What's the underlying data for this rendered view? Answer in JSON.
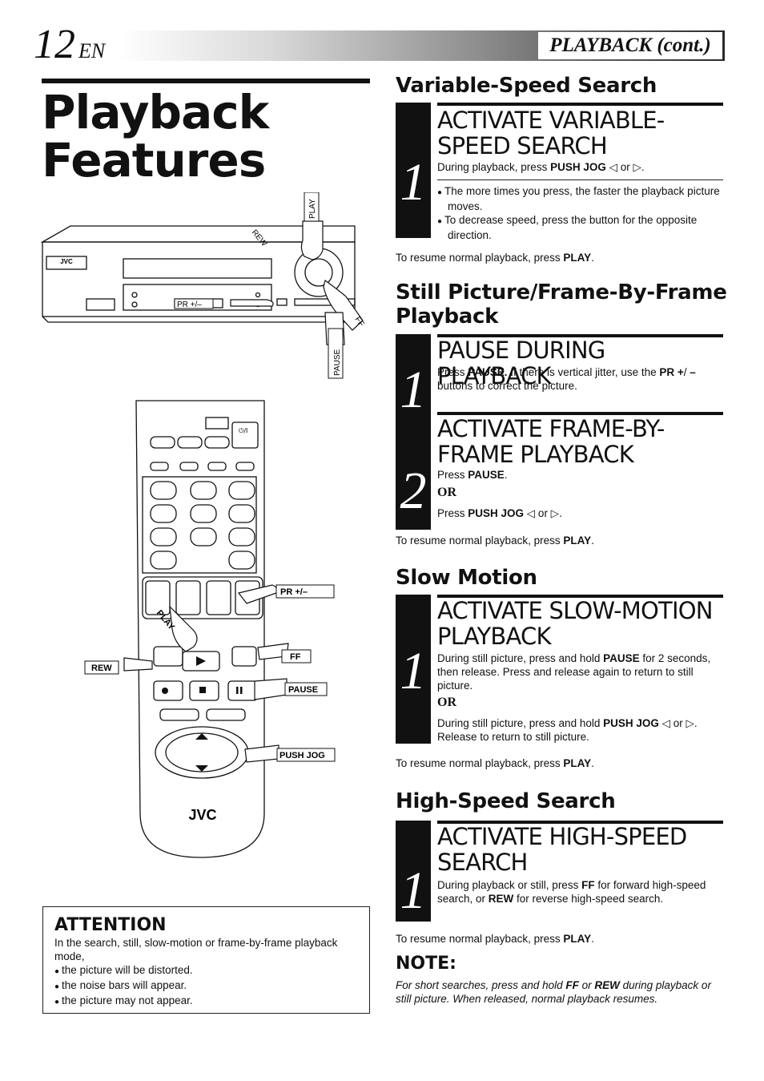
{
  "header": {
    "page_number": "12",
    "lang": "EN",
    "section": "PLAYBACK (cont.)"
  },
  "title": {
    "line1": "Playback",
    "line2": "Features"
  },
  "vcr_labels": {
    "brand": "JVC",
    "play": "PLAY",
    "rew": "REW",
    "ff": "FF",
    "pause": "PAUSE",
    "pr": "PR +/–"
  },
  "remote_labels": {
    "brand": "JVC",
    "pr": "PR +/–",
    "play": "PLAY",
    "ff": "FF",
    "rew": "REW",
    "pause": "PAUSE",
    "push_jog": "PUSH JOG",
    "power": "⏻/I"
  },
  "attention": {
    "heading": "ATTENTION",
    "intro": "In the search, still, slow-motion or frame-by-frame playback mode,",
    "items": [
      "the picture will be distorted.",
      "the noise bars will appear.",
      "the picture may not appear."
    ]
  },
  "variable": {
    "title": "Variable-Speed Search",
    "step_num": "1",
    "heading": "ACTIVATE VARIABLE-SPEED SEARCH",
    "text_a": "During playback, press ",
    "text_b": "PUSH JOG",
    "text_c": " ◁ or ▷.",
    "bullets": [
      "The more times you press, the faster the playback picture moves.",
      "To decrease speed, press the button for the opposite direction."
    ],
    "resume_a": "To resume normal playback, press ",
    "resume_b": "PLAY",
    "resume_c": "."
  },
  "still": {
    "title": "Still Picture/Frame-By-Frame Playback",
    "step1_num": "1",
    "step1_heading": "PAUSE DURING PLAYBACK",
    "step1_a": "Press ",
    "step1_b": "PAUSE.",
    "step1_c": " If there is vertical jitter, use the ",
    "step1_d": "PR +",
    "step1_e": "/ ",
    "step1_f": "–",
    "step1_g": " buttons to correct the picture.",
    "step2_num": "2",
    "step2_heading": "ACTIVATE FRAME-BY-FRAME PLAYBACK",
    "step2_a": "Press ",
    "step2_b": "PAUSE",
    "step2_c": ".",
    "or": "OR",
    "step2_d": "Press ",
    "step2_e": "PUSH JOG",
    "step2_f": " ◁ or ▷.",
    "resume_a": "To resume normal playback, press ",
    "resume_b": "PLAY",
    "resume_c": "."
  },
  "slow": {
    "title": "Slow Motion",
    "step_num": "1",
    "heading": "ACTIVATE SLOW-MOTION PLAYBACK",
    "text_a": "During still picture, press and hold ",
    "text_b": "PAUSE",
    "text_c": "  for 2 seconds, then release. Press and release again to return to still picture.",
    "or": "OR",
    "text_d": "During still picture, press and hold ",
    "text_e": "PUSH JOG",
    "text_f": "  ◁ or ▷. Release to return to still picture.",
    "resume_a": "To resume normal playback, press ",
    "resume_b": "PLAY",
    "resume_c": "."
  },
  "high": {
    "title": "High-Speed Search",
    "step_num": "1",
    "heading": "ACTIVATE HIGH-SPEED SEARCH",
    "text_a": "During playback or still, press ",
    "text_b": "FF",
    "text_c": " for forward high-speed search, or ",
    "text_d": "REW",
    "text_e": " for reverse high-speed search.",
    "resume_a": "To resume normal playback, press ",
    "resume_b": "PLAY",
    "resume_c": "."
  },
  "note": {
    "heading": "NOTE:",
    "a": "For short searches, press and hold ",
    "b": "FF",
    "c": " or ",
    "d": "REW",
    "e": " during playback or still picture. When released, normal playback resumes."
  }
}
